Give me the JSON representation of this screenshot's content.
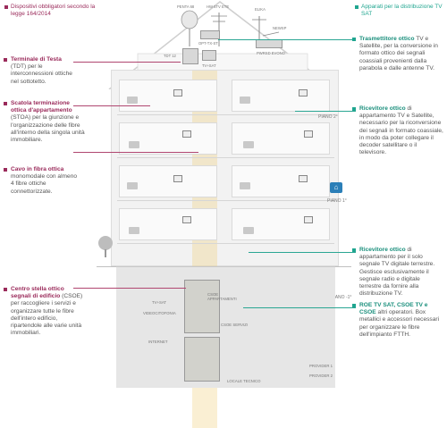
{
  "legend": {
    "left": "Dispositivi obbligatori secondo la legge 164/2014",
    "right": "Apparati per la distribuzione TV SAT"
  },
  "left_annotations": [
    {
      "title": "Terminale di Testa",
      "abbr": "(TDT)",
      "text": "per le interconnessioni ottiche nel sottotetto."
    },
    {
      "title": "Scatola terminazione ottica d'appartamento",
      "abbr": "(STOA)",
      "text": "per la giunzione e l'organizzazione delle fibre all'interno della singola unità immobiliare."
    },
    {
      "title": "Cavo in fibra ottica",
      "abbr": "",
      "text": "monomodale con almeno 4 fibre ottiche connettorizzate."
    },
    {
      "title": "Centro stella ottico segnali di edificio",
      "abbr": "(CSOE)",
      "text": "per raccogliere i servizi e organizzare tutte le fibre dell'intero edificio, ripartendole alle varie unità immobiliari."
    }
  ],
  "right_annotations": [
    {
      "title": "Trasmettitore ottico",
      "text": "TV e Satellite, per la conversione in formato ottico dei segnali coassiali provenienti dalla parabola e dalle antenne TV."
    },
    {
      "title": "Ricevitore ottico",
      "text": "di appartamento TV e Satellite, necessario per la riconversione dei segnali in formato coassiale, in modo da poter collegare il decoder satellitare o il televisore."
    },
    {
      "title": "Ricevitore ottico",
      "text": "di appartamento per il solo segnale TV digitale terrestre. Gestisce esclusivamente il segnale radio e digitale terrestre da fornire alla distribuzione TV."
    },
    {
      "title": "ROE TV SAT, CSOE TV e CSOE",
      "text": "altri operatori. Box metallici e accessori necessari per organizzare le fibre dell'impianto FTTH."
    }
  ],
  "roof_labels": {
    "antenna1": "PENTA 68",
    "antenna2": "HW 5TV ETE",
    "antenna3": "ELIKA",
    "tdt": "TDT 12",
    "opt": "OPT-TX-ST",
    "tvsat": "TV+SAT",
    "amp": "NEWSP",
    "pwr": "PWRSD EVONO"
  },
  "floors": {
    "p2": "PIANO 2°",
    "p1": "PIANO 1°",
    "pm1": "PIANO -1°"
  },
  "basement": {
    "csoe": "CSOE APPARTAMENTI",
    "servizi": "CSOE SERVIZI",
    "tvsat": "TV+SAT",
    "videocitofonia": "VIDEOCITOFONIA",
    "internet": "INTERNET",
    "locale": "LOCALE TECNICO",
    "provider1": "PROVIDER 1",
    "provider2": "PROVIDER 2"
  },
  "colors": {
    "mandatory": "#9a2a5a",
    "tvsat": "#1fa58f",
    "building": "#f2f2f2",
    "fiber_shaft": "#f2d282"
  }
}
